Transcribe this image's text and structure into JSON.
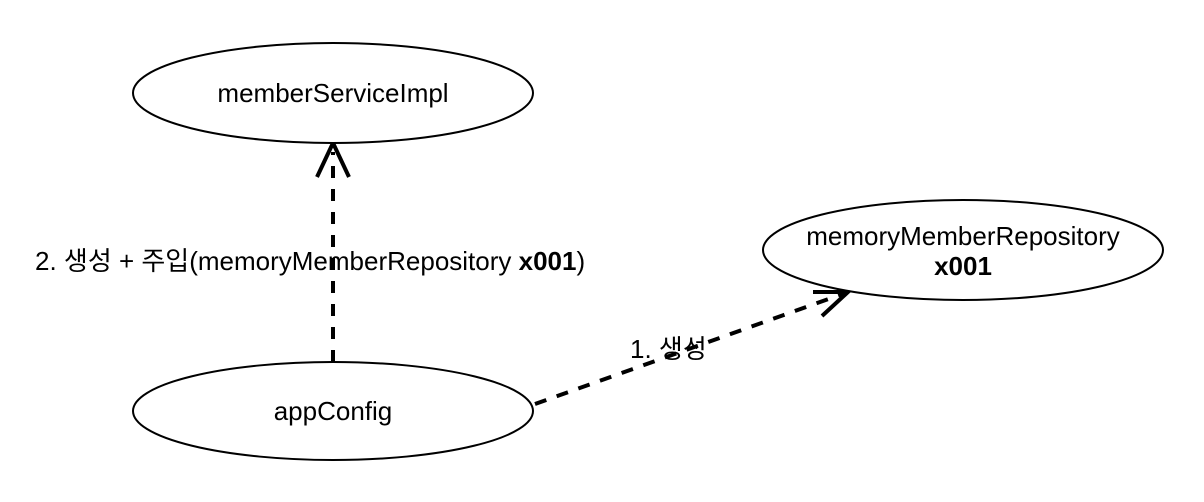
{
  "diagram": {
    "title": "spring bean dependency injection diagram",
    "colors": {
      "background": "#ffffff",
      "stroke": "#000000",
      "text": "#000000"
    },
    "nodes": {
      "member_service_impl": {
        "label": "memberServiceImpl"
      },
      "memory_member_repository": {
        "label": "memoryMemberRepository",
        "instance": "x001"
      },
      "app_config": {
        "label": "appConfig"
      }
    },
    "edges": {
      "inject": {
        "from": "appConfig",
        "to": "memberServiceImpl",
        "label_prefix": "2. 생성 + 주입(memoryMemberRepository ",
        "label_bold": "x001",
        "label_suffix": ")"
      },
      "create": {
        "from": "appConfig",
        "to": "memoryMemberRepository x001",
        "label": "1. 생성"
      }
    }
  }
}
